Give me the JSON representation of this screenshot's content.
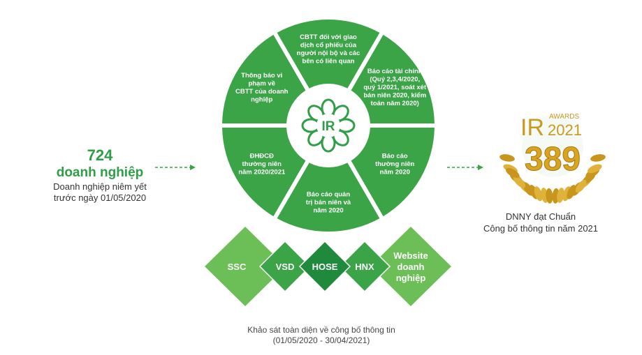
{
  "left": {
    "count": "724",
    "unit": "doanh nghiệp",
    "desc_line1": "Doanh nghiệp niêm yết",
    "desc_line2": "trước ngày 01/05/2020"
  },
  "wheel": {
    "center_label": "IR",
    "segments": [
      {
        "lines": [
          "CBTT đối với giao",
          "dịch cổ phiếu của",
          "người nội bộ và các",
          "bên có liên quan"
        ]
      },
      {
        "lines": [
          "Báo cáo tài chính",
          "(Quý 2,3,4/2020,",
          "quý 1/2021, soát xét",
          "bán niên 2020, kiểm",
          "toán năm 2020)"
        ]
      },
      {
        "lines": [
          "Báo cáo",
          "thường niên",
          "năm 2020"
        ]
      },
      {
        "lines": [
          "Báo cáo quản",
          "trị bán niên và",
          "năm 2020"
        ]
      },
      {
        "lines": [
          "ĐHĐCĐ",
          "thường niên",
          "năm 2020/2021"
        ]
      },
      {
        "lines": [
          "Thông báo vi",
          "phạm về",
          "CBTT của doanh",
          "nghiệp"
        ]
      }
    ]
  },
  "diamonds": [
    {
      "lines": [
        "SSC"
      ]
    },
    {
      "lines": [
        "VSD"
      ]
    },
    {
      "lines": [
        "HOSE"
      ]
    },
    {
      "lines": [
        "HNX"
      ]
    },
    {
      "lines": [
        "Website",
        "doanh",
        "nghiệp"
      ]
    }
  ],
  "award": {
    "ir": "IR",
    "awards": "AWARDS",
    "year": "2021",
    "number": "389"
  },
  "right": {
    "line1": "DNNY đạt Chuẩn",
    "line2": "Công bố thông tin năm 2021"
  },
  "caption": {
    "line1": "Khảo sát toàn diện về công bố thông tin",
    "line2": "(01/05/2020 - 30/04/2021)"
  },
  "colors": {
    "green": "#3aa447",
    "green_dark": "#1f8a3c",
    "green_light": "#6cbf56",
    "gold": "#d9a521"
  }
}
